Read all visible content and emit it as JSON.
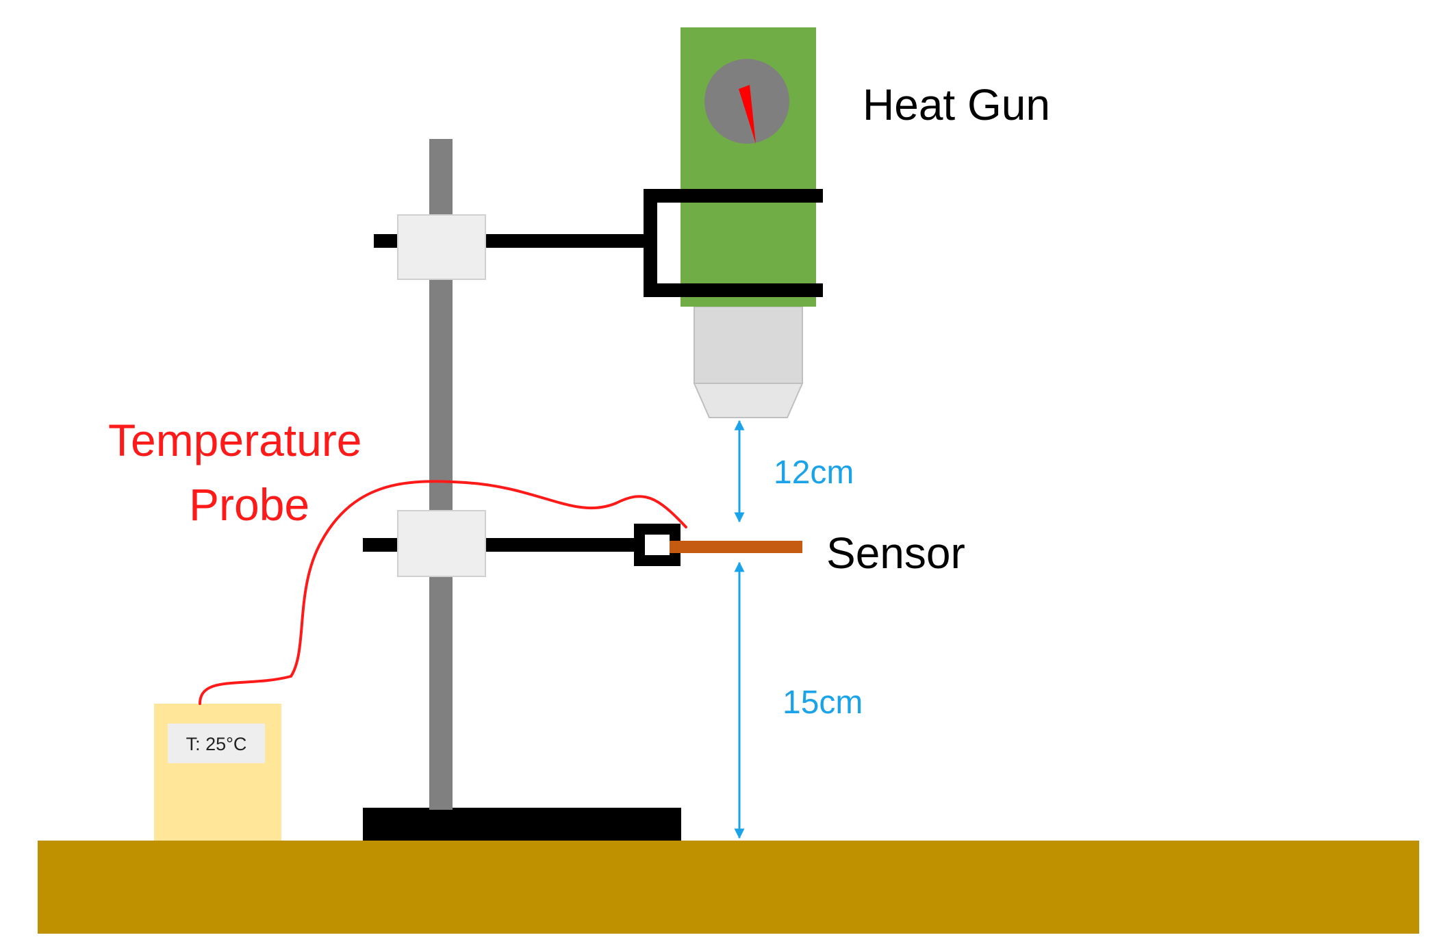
{
  "labels": {
    "heat_gun": "Heat Gun",
    "temperature_probe_line1": "Temperature",
    "temperature_probe_line2": "Probe",
    "sensor": "Sensor",
    "distance_upper": "12cm",
    "distance_lower": "15cm",
    "meter_display": "T: 25°C"
  },
  "colors": {
    "bench": "#bf9000",
    "heat_gun_body": "#70ad47",
    "dial": "#7f7f7f",
    "needle": "#ff0000",
    "nozzle": "#d9d9d9",
    "stand_rod": "#808080",
    "clamp_block": "#eeeeee",
    "probe_wire": "#ff1a1a",
    "sensor_strip": "#c55a11",
    "meter_body": "#ffe699",
    "dimension_arrow": "#1aa3e8"
  }
}
